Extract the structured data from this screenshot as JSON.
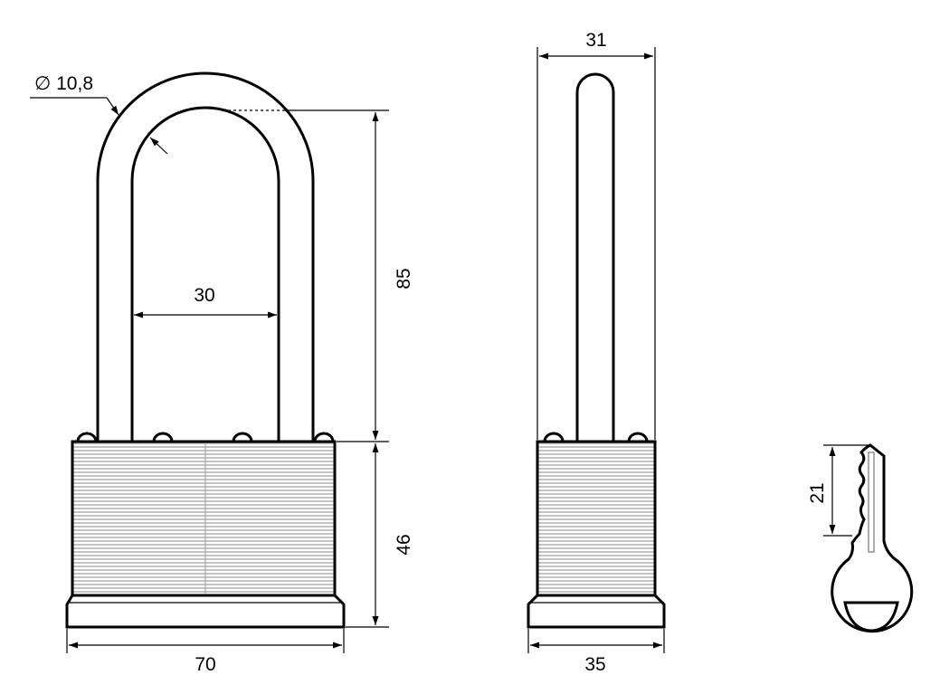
{
  "drawing": {
    "front_view": {
      "shackle_diameter": "∅ 10,8",
      "shackle_inner_width": "30",
      "shackle_height": "85",
      "body_height": "46",
      "body_width": "70"
    },
    "side_view": {
      "shackle_depth": "31",
      "body_depth": "35"
    },
    "key": {
      "blade_length": "21"
    }
  },
  "colors": {
    "line": "#000000",
    "hatch": "#9a9a9a",
    "background": "#ffffff"
  }
}
